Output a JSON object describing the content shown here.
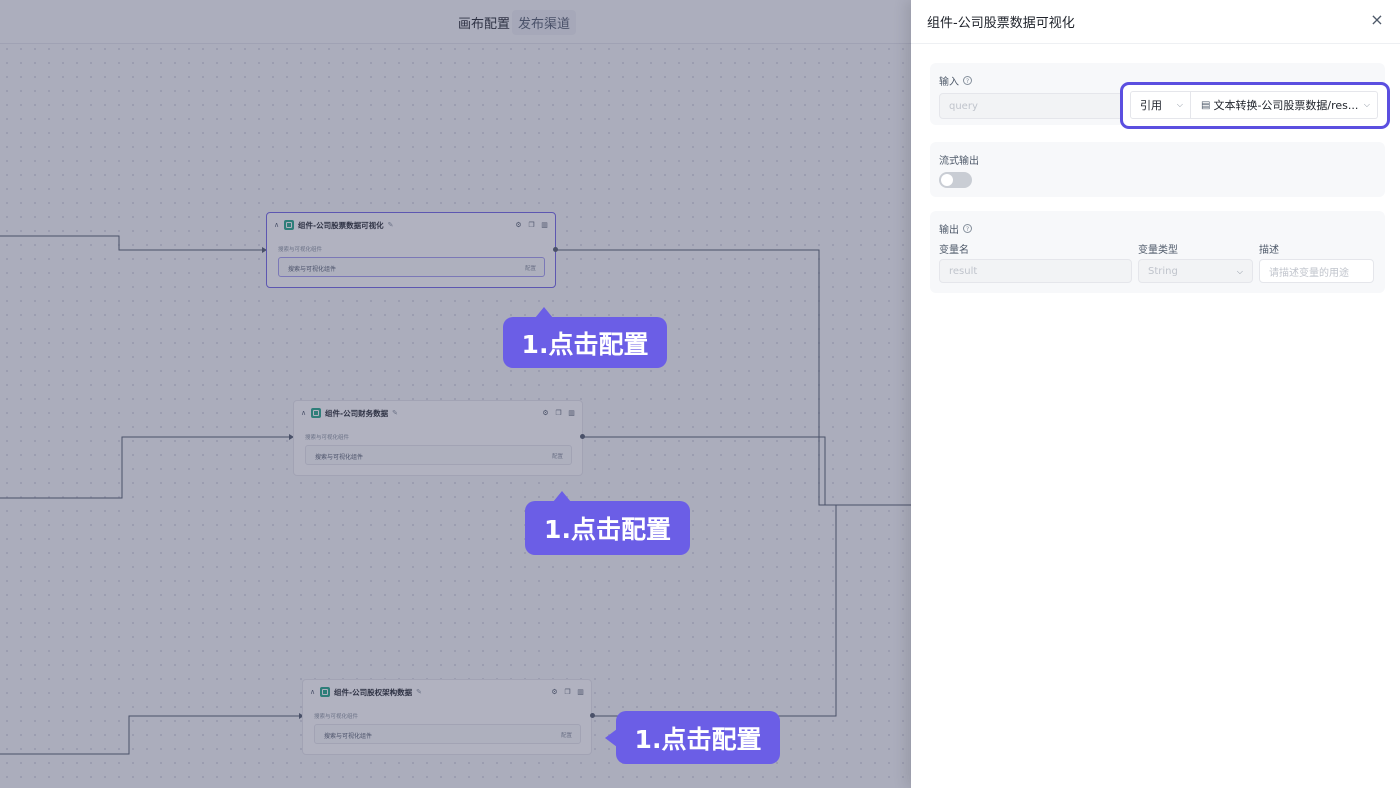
{
  "topbar": {
    "canvas_config": "画布配置",
    "publish_channel": "发布渠道"
  },
  "nodes": [
    {
      "title": "组件-公司股票数据可视化",
      "subtitle": "搜索与可视化组件",
      "field_label": "搜索与可视化组件",
      "field_button": "配置"
    },
    {
      "title": "组件-公司财务数据",
      "subtitle": "搜索与可视化组件",
      "field_label": "搜索与可视化组件",
      "field_button": "配置"
    },
    {
      "title": "组件-公司股权架构数据",
      "subtitle": "搜索与可视化组件",
      "field_label": "搜索与可视化组件",
      "field_button": "配置"
    }
  ],
  "callouts": [
    "1.点击配置",
    "1.点击配置",
    "1.点击配置"
  ],
  "panel": {
    "title": "组件-公司股票数据可视化",
    "close": "×",
    "input": {
      "label": "输入",
      "placeholder": "query",
      "ref_mode": "引用",
      "ref_value": "文本转换-公司股票数据/res..."
    },
    "stream": {
      "label": "流式输出",
      "enabled": false
    },
    "output": {
      "label": "输出",
      "columns": {
        "var_name": "变量名",
        "var_type": "变量类型",
        "desc": "描述"
      },
      "row": {
        "var_name_placeholder": "result",
        "var_type": "String",
        "desc_placeholder": "请描述变量的用途"
      }
    }
  },
  "colors": {
    "accent": "#6b5ee6",
    "highlight_border": "#5b4fe0",
    "node_icon": "#1ea686"
  }
}
